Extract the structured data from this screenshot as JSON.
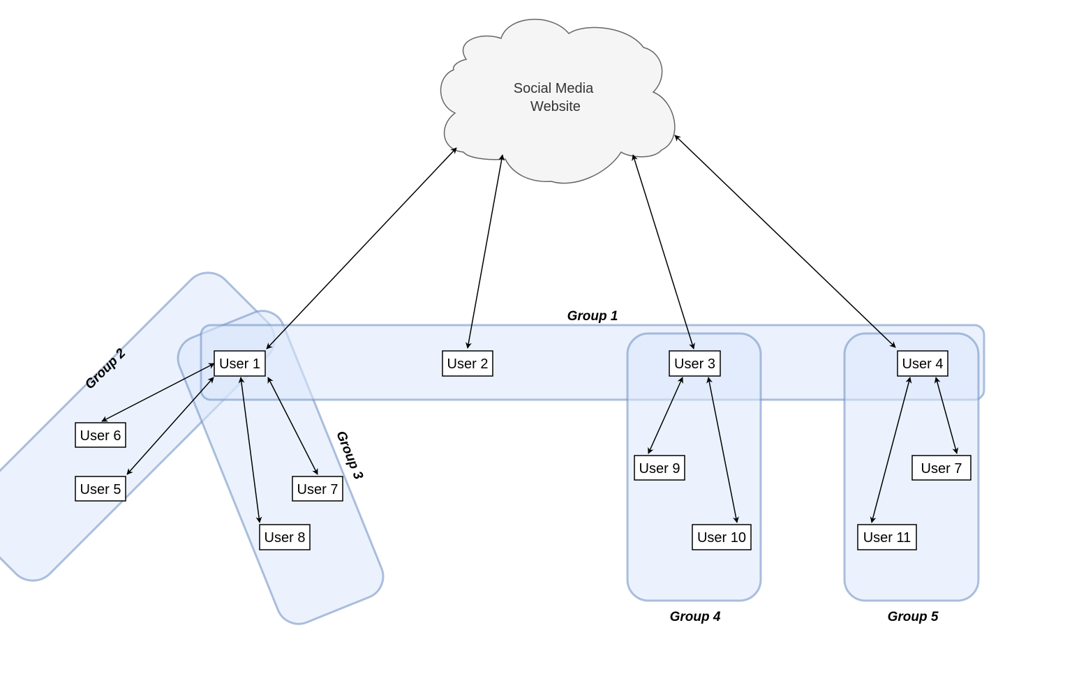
{
  "cloud": {
    "line1": "Social Media",
    "line2": "Website"
  },
  "groups": {
    "group1": "Group 1",
    "group2": "Group 2",
    "group3": "Group 3",
    "group4": "Group 4",
    "group5": "Group 5"
  },
  "users": {
    "user1": "User 1",
    "user2": "User 2",
    "user3": "User 3",
    "user4": "User 4",
    "user5": "User 5",
    "user6": "User 6",
    "user7a": "User 7",
    "user7b": "User 7",
    "user8": "User 8",
    "user9": "User 9",
    "user10": "User 10",
    "user11": "User 11"
  },
  "colors": {
    "group_fill": "#dae8fc",
    "group_stroke": "#6c8ebf",
    "cloud_fill": "#f5f5f5",
    "cloud_stroke": "#666666"
  },
  "connections": [
    {
      "from": "cloud",
      "to": "user1",
      "bidirectional": true
    },
    {
      "from": "cloud",
      "to": "user2",
      "bidirectional": true
    },
    {
      "from": "cloud",
      "to": "user3",
      "bidirectional": true
    },
    {
      "from": "cloud",
      "to": "user4",
      "bidirectional": true
    },
    {
      "from": "user1",
      "to": "user6",
      "bidirectional": true
    },
    {
      "from": "user1",
      "to": "user5",
      "bidirectional": true
    },
    {
      "from": "user1",
      "to": "user8",
      "bidirectional": true
    },
    {
      "from": "user1",
      "to": "user7a",
      "bidirectional": true
    },
    {
      "from": "user3",
      "to": "user9",
      "bidirectional": true
    },
    {
      "from": "user3",
      "to": "user10",
      "bidirectional": true
    },
    {
      "from": "user4",
      "to": "user11",
      "bidirectional": true
    },
    {
      "from": "user4",
      "to": "user7b",
      "bidirectional": true
    }
  ]
}
